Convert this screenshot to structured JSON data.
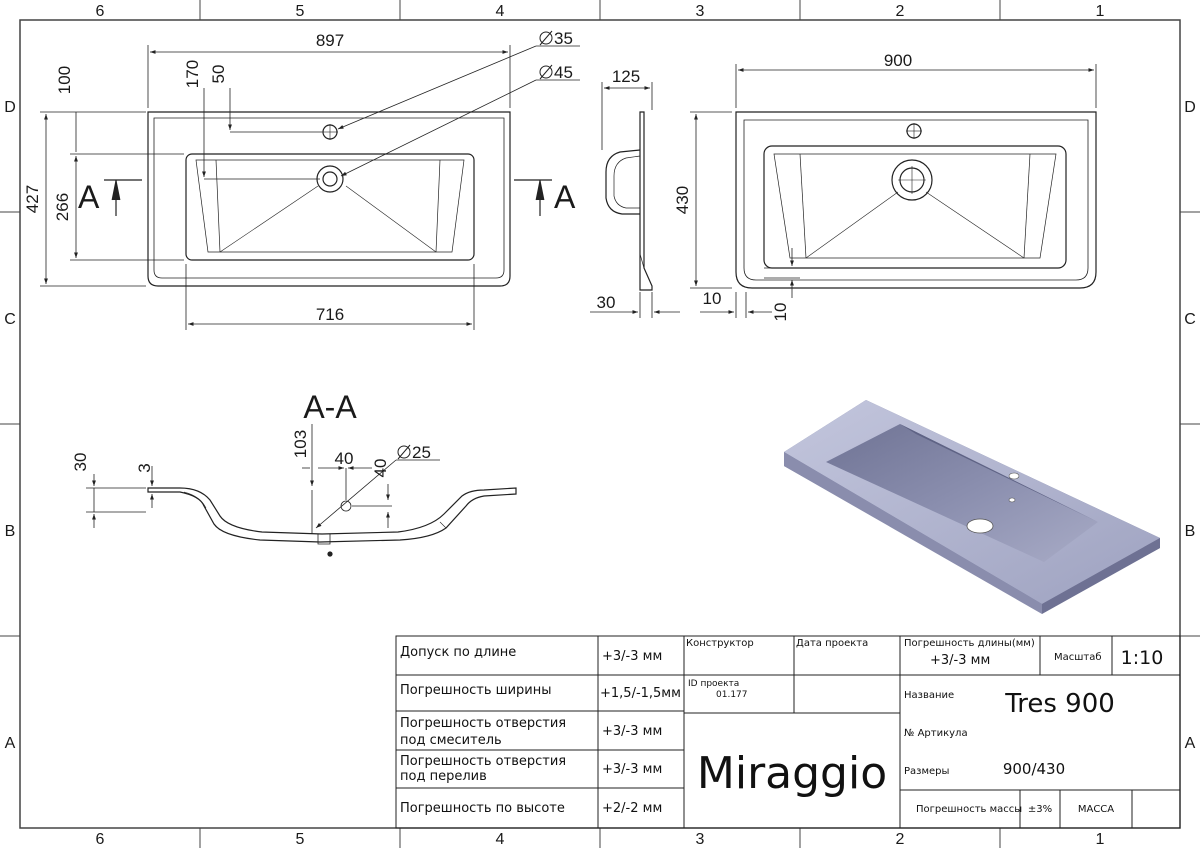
{
  "frame": {
    "columns": [
      "6",
      "5",
      "4",
      "3",
      "2",
      "1"
    ],
    "rows": [
      "D",
      "C",
      "B",
      "A"
    ]
  },
  "top_view": {
    "width_897": "897",
    "dim_170": "170",
    "dim_50": "50",
    "dim_100": "100",
    "dim_427": "427",
    "dim_266": "266",
    "dim_716": "716",
    "hole_35": "35",
    "hole_45": "45",
    "section_mark": "A"
  },
  "side_view": {
    "dim_125": "125",
    "dim_30": "30"
  },
  "front_view": {
    "dim_900": "900",
    "dim_430": "430",
    "dim_10a": "10",
    "dim_10b": "10"
  },
  "section": {
    "title": "A-A",
    "dim_30": "30",
    "dim_3": "3",
    "dim_103": "103",
    "dim_40a": "40",
    "dim_40b": "40",
    "hole_25": "25"
  },
  "title_block": {
    "rows": [
      {
        "label": "Допуск по длине",
        "value": "+3/-3 мм"
      },
      {
        "label": "Погрешность ширины",
        "value": "+1,5/-1,5мм"
      },
      {
        "label": "Погрешность отверстия",
        "label2": "под смеситель",
        "value": "+3/-3 мм"
      },
      {
        "label": "Погрешность отверстия",
        "label2": "под перелив",
        "value": "+3/-3 мм"
      },
      {
        "label": "Погрешность по высоте",
        "value": "+2/-2 мм"
      }
    ],
    "designer_label": "Конструктор",
    "date_label": "Дата проекта",
    "project_id_label": "ID проекта",
    "project_id": "01.177",
    "logo": "Miraggio",
    "length_tol_label": "Погрешность длины(мм)",
    "length_tol": "+3/-3 мм",
    "scale_label": "Масштаб",
    "scale": "1:10",
    "name_label": "Название",
    "name": "Tres 900",
    "article_label": "№ Артикула",
    "size_label": "Размеры",
    "size": "900/430",
    "mass_tol_label": "Погрешность массы",
    "mass_tol": "±3%",
    "mass_label": "МАССА"
  }
}
